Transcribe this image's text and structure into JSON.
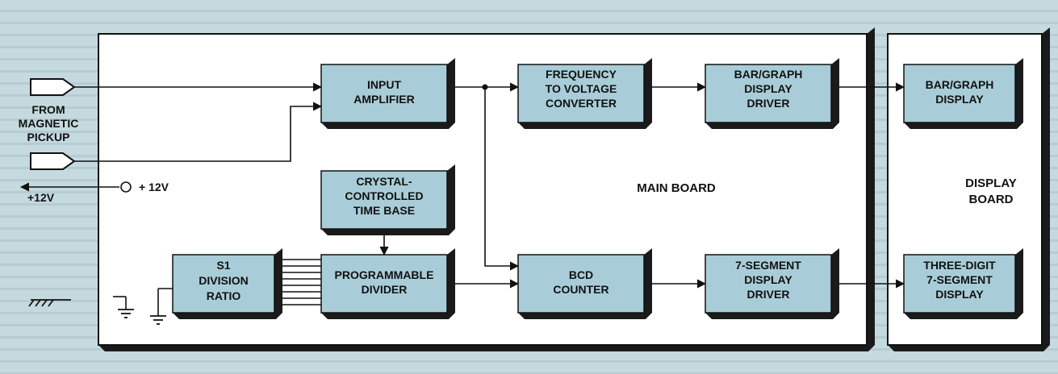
{
  "colors": {
    "background": "#c5dadf",
    "board_fill": "#ffffff",
    "block_fill": "#a9cdd8",
    "shadow": "#1a1a1a",
    "ink": "#111111"
  },
  "boards": {
    "main": "MAIN BOARD",
    "display": [
      "DISPLAY",
      "BOARD"
    ]
  },
  "blocks": {
    "input_amplifier": [
      "INPUT",
      "AMPLIFIER"
    ],
    "frequency_to_voltage": [
      "FREQUENCY",
      "TO VOLTAGE",
      "CONVERTER"
    ],
    "bar_graph_driver": [
      "BAR/GRAPH",
      "DISPLAY",
      "DRIVER"
    ],
    "bar_graph_display": [
      "BAR/GRAPH",
      "DISPLAY"
    ],
    "time_base": [
      "CRYSTAL-",
      "CONTROLLED",
      "TIME BASE"
    ],
    "division_ratio": [
      "S1",
      "DIVISION",
      "RATIO"
    ],
    "programmable_divider": [
      "PROGRAMMABLE",
      "DIVIDER"
    ],
    "bcd_counter": [
      "BCD",
      "COUNTER"
    ],
    "seven_segment_driver": [
      "7-SEGMENT",
      "DISPLAY",
      "DRIVER"
    ],
    "three_digit_display": [
      "THREE-DIGIT",
      "7-SEGMENT",
      "DISPLAY"
    ]
  },
  "labels": {
    "pickup": [
      "FROM",
      "MAGNETIC",
      "PICKUP"
    ],
    "supply_in": "+ 12V",
    "supply_out": "+12V"
  }
}
